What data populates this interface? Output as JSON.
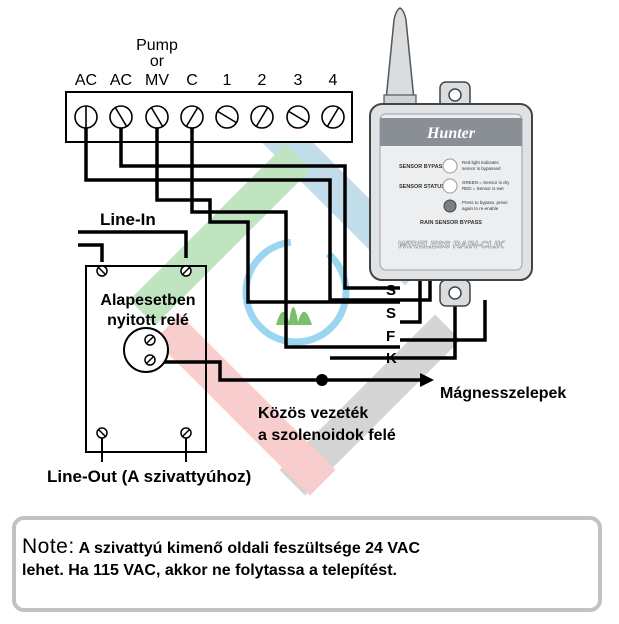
{
  "terminals": [
    "AC",
    "AC",
    "MV",
    "C",
    "1",
    "2",
    "3",
    "4"
  ],
  "pump_label": [
    "Pump",
    "or"
  ],
  "device": {
    "brand": "Hunter",
    "sensor_bypass": "SENSOR BYPASS",
    "sensor_status": "SENSOR STATUS",
    "bypass_desc": [
      "Red light indicates",
      "sensor is bypassed"
    ],
    "status_desc": [
      "GREEN = Sensor is dry",
      "RED = Sensor is wet"
    ],
    "press_desc": [
      "Press to bypass, press",
      "again to re-enable"
    ],
    "rain_bypass": "RAIN SENSOR BYPASS",
    "model": "WIRELESS RAIN-CLIK"
  },
  "wire_letters": [
    "S",
    "S",
    "F",
    "K"
  ],
  "line_in": "Line-In",
  "relay_label": [
    "Alapesetben",
    "nyitott relé"
  ],
  "valves_label": "Mágnesszelepek",
  "common_label": [
    "Közös vezeték",
    "a szolenoidok felé"
  ],
  "line_out": "Line-Out (A szivattyúhoz)",
  "note": {
    "label": "Note:",
    "line1": "A szivattyú kimenő oldali feszültsége 24 VAC",
    "line2": "lehet. Ha 115 VAC, akkor ne folytassa a telepítést."
  },
  "colors": {
    "wire": "#000000",
    "blue_band": "#8fc3d8",
    "green_band": "#8ccf8c",
    "red_band": "#f4a5a5",
    "gray_band": "#b4b4b4",
    "device_body": "#dfe3e6",
    "device_badge": "#8a8f96"
  }
}
